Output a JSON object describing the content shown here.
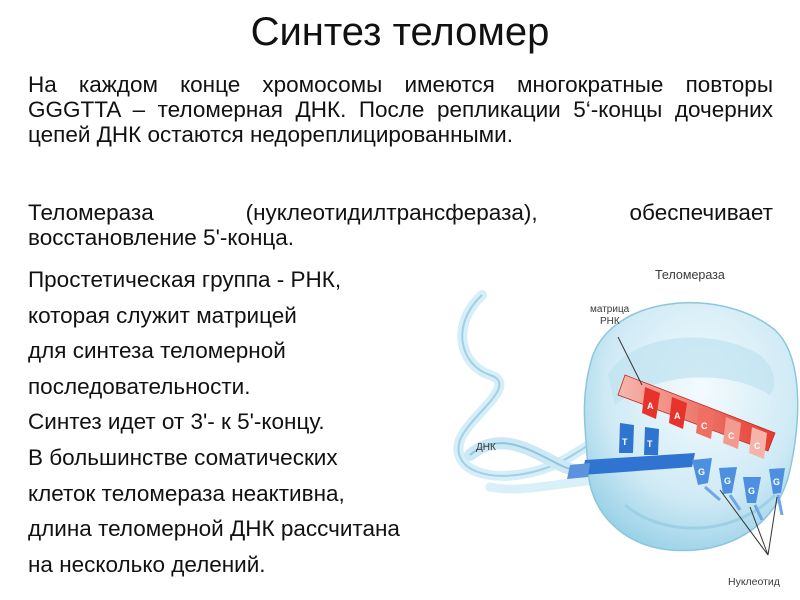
{
  "title": "Синтез теломер",
  "paragraphs": {
    "p1": "На каждом конце хромосомы имеются многократные повторы GGGTTA – теломерная ДНК. После репликации 5‘-концы дочерних цепей ДНК остаются недореплицированными.",
    "p2": "Теломераза (нуклеотидилтрансфераза), обеспечивает восстановление 5'-конца."
  },
  "lines": [
    "Простетическая группа - РНК,",
    "которая служит матрицей",
    "для синтеза теломерной",
    "последовательности.",
    "Синтез идет от 3'- к 5'-концу.",
    "В большинстве соматических",
    "клеток теломераза неактивна,",
    "длина теломерной ДНК рассчитана",
    "на несколько делений."
  ],
  "figure": {
    "label_telomerase": "Теломераза",
    "label_matrix_line1": "матрица",
    "label_matrix_line2": "РНК",
    "label_dna": "ДНК",
    "label_nucleotide": "Нуклеотид",
    "rna_bases": [
      "A",
      "A",
      "C",
      "C",
      "C"
    ],
    "dna_bases_t": [
      "T",
      "T"
    ],
    "incoming_nucleotides": [
      "G",
      "G",
      "G",
      "G"
    ],
    "colors": {
      "enzyme_light": "#dff3fa",
      "enzyme_mid": "#a9d9ec",
      "rna_red": "#e8322c",
      "rna_pink": "#f5a49a",
      "dna_blue": "#2f74d0",
      "strand_light": "#bfe3f2"
    }
  }
}
